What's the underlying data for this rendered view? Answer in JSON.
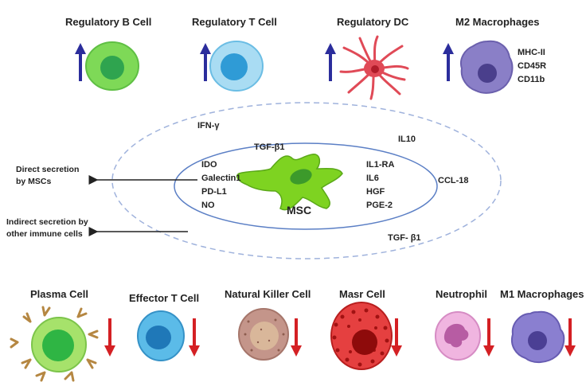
{
  "top_cells": [
    {
      "label": "Regulatory B Cell",
      "color": "#7ed957"
    },
    {
      "label": "Regulatory T Cell",
      "color": "#7ccbec"
    },
    {
      "label": "Regulatory DC",
      "color": "#e04a57"
    },
    {
      "label": "M2 Macrophages",
      "color": "#8a7fc7"
    }
  ],
  "m2_markers": [
    "MHC-II",
    "CD45R",
    "CD11b"
  ],
  "ellipse_factors": {
    "outer_left": [
      "IFN-γ"
    ],
    "outer_right": [
      "IL10",
      "CCL-18",
      "TGF- β1"
    ],
    "inner_top": "TGF-β1",
    "inner_left": [
      "IDO",
      "Galectin1",
      "PD-L1",
      "NO"
    ],
    "inner_right": [
      "IL1-RA",
      "IL6",
      "HGF",
      "PGE-2"
    ],
    "center": "MSC"
  },
  "secretion": {
    "direct": [
      "Direct secretion",
      "by MSCs"
    ],
    "indirect": [
      "Indirect secretion by",
      "other immune cells"
    ]
  },
  "bottom_cells": [
    {
      "label": "Plasma Cell",
      "color": "#5ccc4b"
    },
    {
      "label": "Effector T Cell",
      "color": "#3fa9dd"
    },
    {
      "label": "Natural Killer Cell",
      "color": "#b48775"
    },
    {
      "label": "Masr Cell",
      "color": "#cf2a2a"
    },
    {
      "label": "Neutrophil",
      "color": "#e9a8d8"
    },
    {
      "label": "M1 Macrophages",
      "color": "#7d72c4"
    }
  ],
  "colors": {
    "up_arrow": "#2b2d9c",
    "down_arrow": "#d42024",
    "ellipse": "#9fb2dc",
    "msc": "#7ed321"
  }
}
